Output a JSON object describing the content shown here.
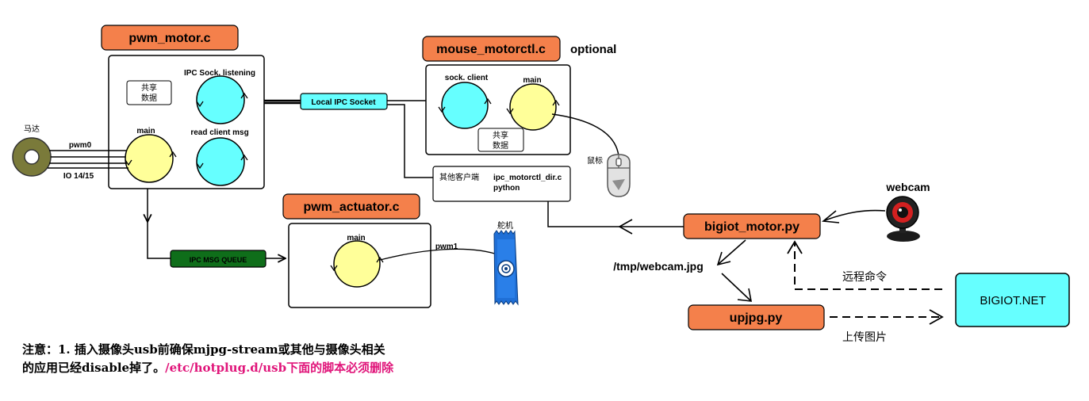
{
  "modules": {
    "pwm_motor": {
      "title": "pwm_motor.c",
      "ipc_listen_label": "IPC Sock. listening",
      "main_label": "main",
      "read_client_label": "read client msg",
      "shared_line1": "共享",
      "shared_line2": "数据"
    },
    "mouse_motorctl": {
      "title": "mouse_motorctl.c",
      "optional_label": "optional",
      "sock_client_label": "sock. client",
      "main_label": "main",
      "shared_line1": "共享",
      "shared_line2": "数据"
    },
    "pwm_actuator": {
      "title": "pwm_actuator.c",
      "main_label": "main"
    },
    "bigiot_motor": {
      "title": "bigiot_motor.py"
    },
    "upjpg": {
      "title": "upjpg.py"
    },
    "bigiot_net": {
      "title": "BIGIOT.NET"
    }
  },
  "connectors": {
    "local_ipc_socket": "Local IPC Socket",
    "ipc_msg_queue": "IPC MSG QUEUE",
    "pwm0": "pwm0",
    "io_pins": "IO 14/15",
    "pwm1": "pwm1",
    "motor_label": "马达",
    "servo_label": "舵机",
    "mouse_label": "鼠标",
    "webcam_label": "webcam",
    "webcam_file": "/tmp/webcam.jpg",
    "remote_cmd": "远程命令",
    "upload_pic": "上传图片"
  },
  "other_client": {
    "prefix": "其他客户端",
    "name": "ipc_motorctl_dir.c",
    "lang": "python"
  },
  "note": {
    "line1": "注意：1. 插入摄像头usb前确保mjpg-stream或其他与摄像头相关",
    "line2_black": "的应用已经disable掉了。",
    "line2_pink": "/etc/hotplug.d/usb下面的脚本必须删除"
  },
  "colors": {
    "module_title_bg": "#f4804b",
    "loop_yellow": "#ffff99",
    "loop_cyan": "#66ffff",
    "ipc_socket_bg": "#66ffff",
    "msg_queue_bg": "#0f6e1a",
    "bigiot_net_bg": "#66ffff",
    "motor_body": "#7a7a3a",
    "servo_blue": "#1f6fd6",
    "note_pink": "#e0157a"
  },
  "icons": [
    "motor-icon",
    "servo-icon",
    "mouse-icon",
    "webcam-icon"
  ]
}
